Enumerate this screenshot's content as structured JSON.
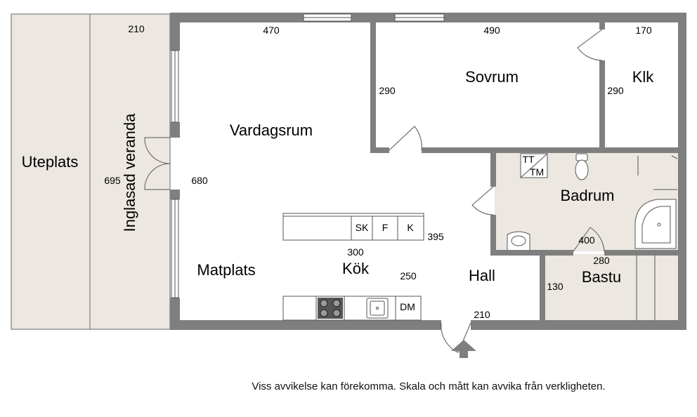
{
  "plan": {
    "rooms": {
      "uteplats": "Uteplats",
      "inglasad_veranda": "Inglasad veranda",
      "vardagsrum": "Vardagsrum",
      "sovrum": "Sovrum",
      "klk": "Klk",
      "badrum": "Badrum",
      "matplats": "Matplats",
      "kok": "Kök",
      "hall": "Hall",
      "bastu": "Bastu"
    },
    "dimensions": {
      "veranda_width": "210",
      "veranda_length": "695",
      "vardagsrum_width": "470",
      "vardagsrum_length": "680",
      "sovrum_width": "490",
      "sovrum_depth": "290",
      "klk_width": "170",
      "klk_depth": "290",
      "kok_width": "300",
      "kok_depth": "250",
      "hall_length": "395",
      "hall_width": "210",
      "badrum_width": "400",
      "bastu_width": "280",
      "bastu_depth": "130"
    },
    "fixtures": {
      "skap": "SK",
      "frys": "F",
      "kyl": "K",
      "diskmaskin": "DM",
      "torktumlare": "TT",
      "tvattmaskin": "TM"
    },
    "colors": {
      "wall": "#7f7f7f",
      "outdoor_floor": "#ece7e1",
      "wet_floor": "#ece7e1",
      "line": "#555555"
    }
  },
  "footer": {
    "disclaimer": "Viss avvikelse kan förekomma. Skala och mått kan avvika från verkligheten."
  }
}
